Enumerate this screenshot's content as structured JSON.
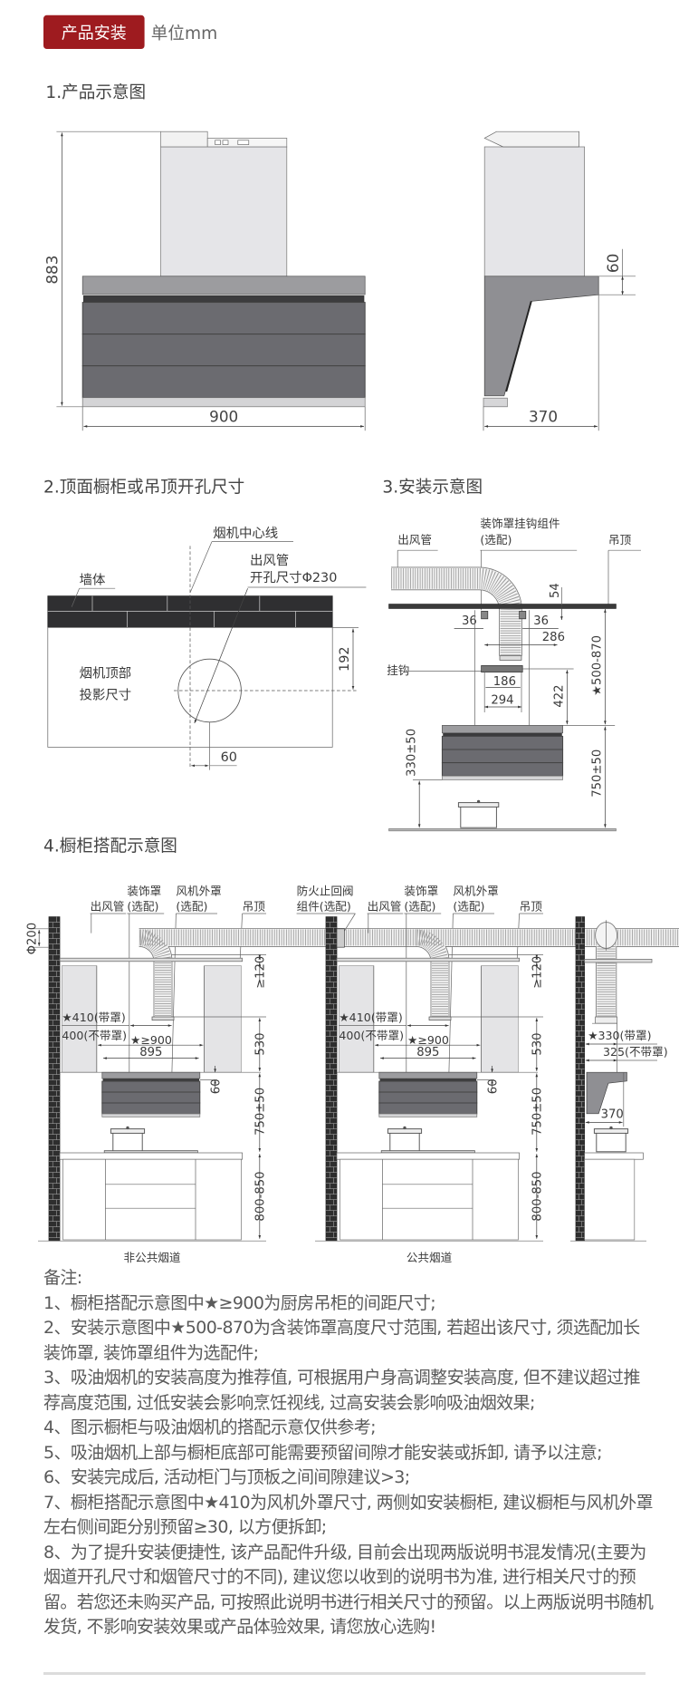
{
  "header": {
    "badge": "产品安装",
    "unit": "单位mm",
    "badge_color": "#9e1b1f"
  },
  "s1": {
    "title": "1.产品示意图",
    "front": {
      "height": "883",
      "width": "900"
    },
    "side": {
      "bracket": "60",
      "depth": "370"
    }
  },
  "s2": {
    "title": "2.顶面橱柜或吊顶开孔尺寸",
    "centerline": "烟机中心线",
    "duct1": "出风管",
    "duct2": "开孔尺寸Φ230",
    "wall": "墙体",
    "proj1": "烟机顶部",
    "proj2": "投影尺寸",
    "dim_v": "192",
    "dim_h": "60"
  },
  "s3": {
    "title": "3.安装示意图",
    "kit1": "装饰罩挂钩组件",
    "kit2": "(选配)",
    "duct": "出风管",
    "ceiling": "吊顶",
    "hook": "挂钩",
    "d54": "54",
    "d36a": "36",
    "d36b": "36",
    "d286": "286",
    "d186": "186",
    "d294": "294",
    "d422": "422",
    "range": "★500-870",
    "d330": "330±50",
    "d750": "750±50"
  },
  "s4": {
    "title": "4.橱柜搭配示意图",
    "diagrams": [
      {
        "caption": "非公共烟道",
        "cover1": "装饰罩",
        "cover2": "(选配)",
        "fan1": "风机外罩",
        "fan2": "(选配)",
        "duct": "出风管",
        "ceiling": "吊顶",
        "phi": "Φ200",
        "gap": "≥120",
        "w410": "★410(带罩)",
        "w400": "400(不带罩)",
        "w900": "★≥900",
        "w895": "895",
        "h530": "530",
        "h60": "60",
        "h750": "750±50",
        "h800": "800-850"
      },
      {
        "caption": "公共烟道",
        "valve1": "防火止回阀",
        "valve2": "组件(选配)",
        "cover1": "装饰罩",
        "cover2": "(选配)",
        "fan1": "风机外罩",
        "fan2": "(选配)",
        "duct": "出风管",
        "ceiling": "吊顶",
        "gap": "≥120",
        "w410": "★410(带罩)",
        "w400": "400(不带罩)",
        "w900": "★≥900",
        "w895": "895",
        "h530": "530",
        "h60": "60",
        "h750": "750±50",
        "h800": "800-850"
      }
    ],
    "side": {
      "d330": "★330(带罩)",
      "d325": "325(不带罩)",
      "d370": "370"
    }
  },
  "notes": {
    "title": "备注:",
    "items": [
      {
        "lines": [
          "1、橱柜搭配示意图中★≥900为厨房吊柜的间距尺寸;"
        ]
      },
      {
        "lines": [
          "2、安装示意图中★500-870为含装饰罩高度尺寸范围, 若超出该尺寸, 须选配加长",
          "装饰罩, 装饰罩组件为选配件;"
        ]
      },
      {
        "lines": [
          "3、吸油烟机的安装高度为推荐值, 可根据用户身高调整安装高度, 但不建议超过推",
          "荐高度范围, 过低安装会影响烹饪视线, 过高安装会影响吸油烟效果;"
        ]
      },
      {
        "lines": [
          "4、图示橱柜与吸油烟机的搭配示意仅供参考;"
        ]
      },
      {
        "lines": [
          "5、吸油烟机上部与橱柜底部可能需要预留间隙才能安装或拆卸, 请予以注意;"
        ]
      },
      {
        "lines": [
          "6、安装完成后, 活动柜门与顶板之间间隙建议>3;"
        ]
      },
      {
        "lines": [
          "7、橱柜搭配示意图中★410为风机外罩尺寸, 两侧如安装橱柜, 建议橱柜与风机外罩",
          "左右侧间距分别预留≥30, 以方便拆卸;"
        ]
      },
      {
        "lines": [
          "8、为了提升安装便捷性, 该产品配件升级, 目前会出现两版说明书混发情况(主要为",
          "烟道开孔尺寸和烟管尺寸的不同), 建议您以收到的说明书为准, 进行相关尺寸的预",
          "留。若您还未购买产品, 可按照此说明书进行相关尺寸的预留。以上两版说明书随机",
          "发货, 不影响安装效果或产品体验效果, 请您放心选购!"
        ]
      }
    ]
  }
}
